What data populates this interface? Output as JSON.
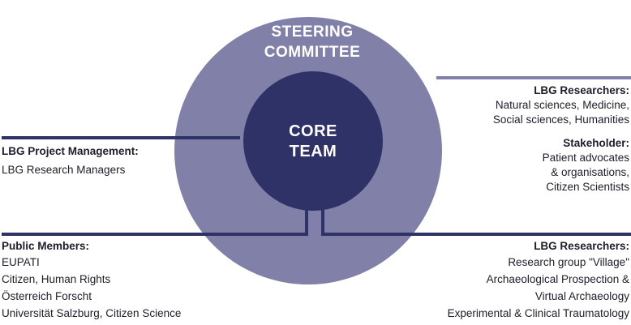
{
  "colors": {
    "outer_circle": "#8080a8",
    "inner_circle": "#2e3266",
    "line_dark": "#2e3266",
    "line_light": "#8080a8",
    "text": "#1d1d2b"
  },
  "steering_committee": {
    "line1": "STEERING",
    "line2": "COMMITTEE"
  },
  "core_team": {
    "line1": "CORE",
    "line2": "TEAM"
  },
  "lbg_researchers_top": {
    "heading": "LBG Researchers:",
    "lines": [
      "Natural sciences, Medicine,",
      "Social sciences, Humanities"
    ]
  },
  "stakeholder": {
    "heading": "Stakeholder:",
    "lines": [
      "Patient advocates",
      "& organisations,",
      "Citizen Scientists"
    ]
  },
  "project_management": {
    "heading": "LBG Project Management:",
    "lines": [
      "LBG Research Managers"
    ]
  },
  "public_members": {
    "heading": "Public Members:",
    "lines": [
      "EUPATI",
      "Citizen, Human Rights",
      "Österreich Forscht",
      "Universität Salzburg, Citizen Science"
    ]
  },
  "lbg_researchers_bottom": {
    "heading": "LBG Researchers:",
    "lines": [
      "Research group \"Village\"",
      "Archaeological Prospection &",
      "Virtual Archaeology",
      "Experimental & Clinical Traumatology"
    ]
  }
}
